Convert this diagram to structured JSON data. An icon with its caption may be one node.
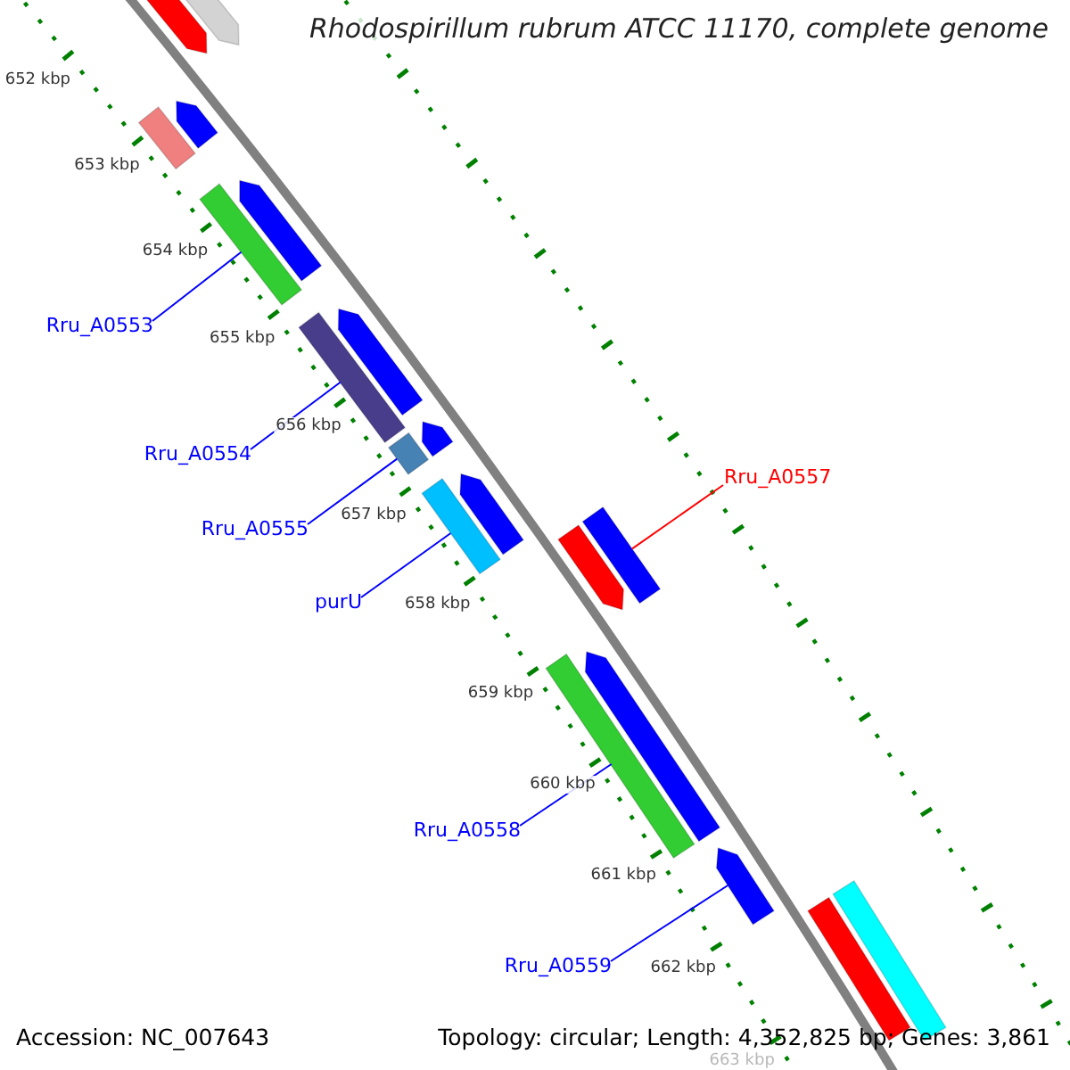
{
  "diagram": {
    "title": "Rhodospirillum rubrum ATCC 11170, complete genome",
    "nodes": [
      {
        "text": [],
        "shape": "bar"
      },
      {
        "text": [],
        "shape": "bar"
      },
      {
        "text": [],
        "shape": "bar"
      },
      {
        "text": [],
        "shape": "bar"
      },
      {
        "text": [],
        "shape": "bar"
      },
      {
        "text": [],
        "shape": "bar"
      },
      {
        "text": [
          "Rru_A0553"
        ]
      },
      {
        "text": [],
        "shape": "bar"
      },
      {
        "text": [],
        "shape": "bar"
      },
      {
        "text": [],
        "shape": "bar"
      },
      {
        "text": [],
        "shape": "bar"
      },
      {
        "text": [
          "Rru_A0554"
        ]
      },
      {
        "text": [
          "Rru_A0555"
        ]
      },
      {
        "text": [
          "Rru_A0557"
        ]
      },
      {
        "text": [],
        "shape": "bar"
      },
      {
        "text": [],
        "shape": "bar"
      },
      {
        "text": [],
        "shape": "bar"
      },
      {
        "text": [],
        "shape": "bar"
      },
      {
        "text": [
          "purU"
        ]
      },
      {
        "text": [],
        "shape": "bar"
      },
      {
        "text": [],
        "shape": "bar"
      },
      {
        "text": [
          "Rru_A0558"
        ]
      },
      {
        "text": [],
        "shape": "bar"
      },
      {
        "text": [
          "Rru_A0559"
        ]
      },
      {
        "text": [],
        "shape": "bar"
      },
      {
        "text": [],
        "shape": "bar"
      }
    ],
    "edges": [
      {
        "from": 6,
        "to": 5,
        "arrow": "none"
      },
      {
        "from": 11,
        "to": 8,
        "arrow": "none"
      },
      {
        "from": 12,
        "to": 10,
        "arrow": "none"
      },
      {
        "from": 18,
        "to": 15,
        "arrow": "none"
      },
      {
        "from": 13,
        "to": 17,
        "arrow": "none",
        "color": "#ff0000"
      },
      {
        "from": 21,
        "to": 20,
        "arrow": "none"
      },
      {
        "from": 23,
        "to": 22,
        "arrow": "none"
      }
    ],
    "labels": [
      "652 kbp",
      "653 kbp",
      "654 kbp",
      "655 kbp",
      "656 kbp",
      "657 kbp",
      "658 kbp",
      "659 kbp",
      "660 kbp",
      "661 kbp",
      "662 kbp",
      "663 kbp",
      "Accession: NC_007643",
      "Topology: circular; Length: 4,352,825 bp; Genes: 3,861"
    ]
  }
}
